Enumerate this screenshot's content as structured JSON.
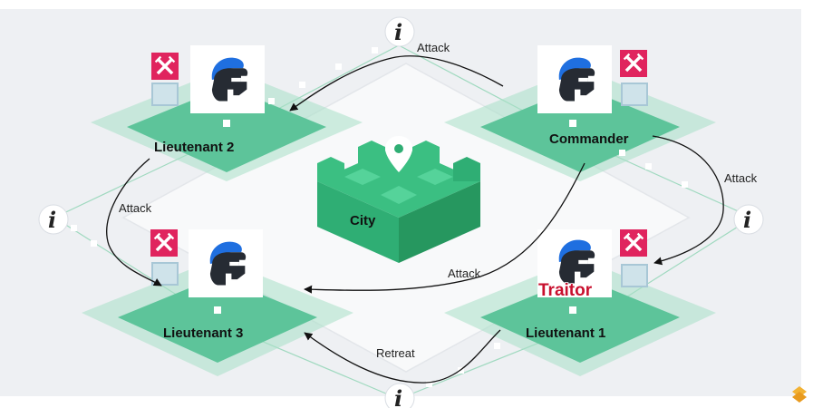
{
  "diagram": {
    "nodes": {
      "commander": {
        "label": "Commander"
      },
      "lieutenant1": {
        "label": "Lieutenant 1",
        "badge": "Traitor"
      },
      "lieutenant2": {
        "label": "Lieutenant 2"
      },
      "lieutenant3": {
        "label": "Lieutenant 3"
      },
      "city": {
        "label": "City"
      }
    },
    "edges": [
      {
        "from": "Commander",
        "to": "Lieutenant 2",
        "label": "Attack"
      },
      {
        "from": "Commander",
        "to": "Lieutenant 1",
        "label": "Attack"
      },
      {
        "from": "Commander",
        "to": "Lieutenant 3",
        "label": "Attack"
      },
      {
        "from": "Lieutenant 2",
        "to": "Lieutenant 3",
        "label": "Attack"
      },
      {
        "from": "Lieutenant 1",
        "to": "Lieutenant 3",
        "label": "Retreat"
      }
    ],
    "info_marker": "i",
    "colors": {
      "tile_green": "#5dc49a",
      "tile_green_light": "#a7e0c6",
      "city_green": "#2fae74",
      "helmet_blue": "#1f6fe0",
      "badge_pink": "#e0245e",
      "traitor_red": "#c8102e",
      "title_blue": "#26309a"
    }
  }
}
